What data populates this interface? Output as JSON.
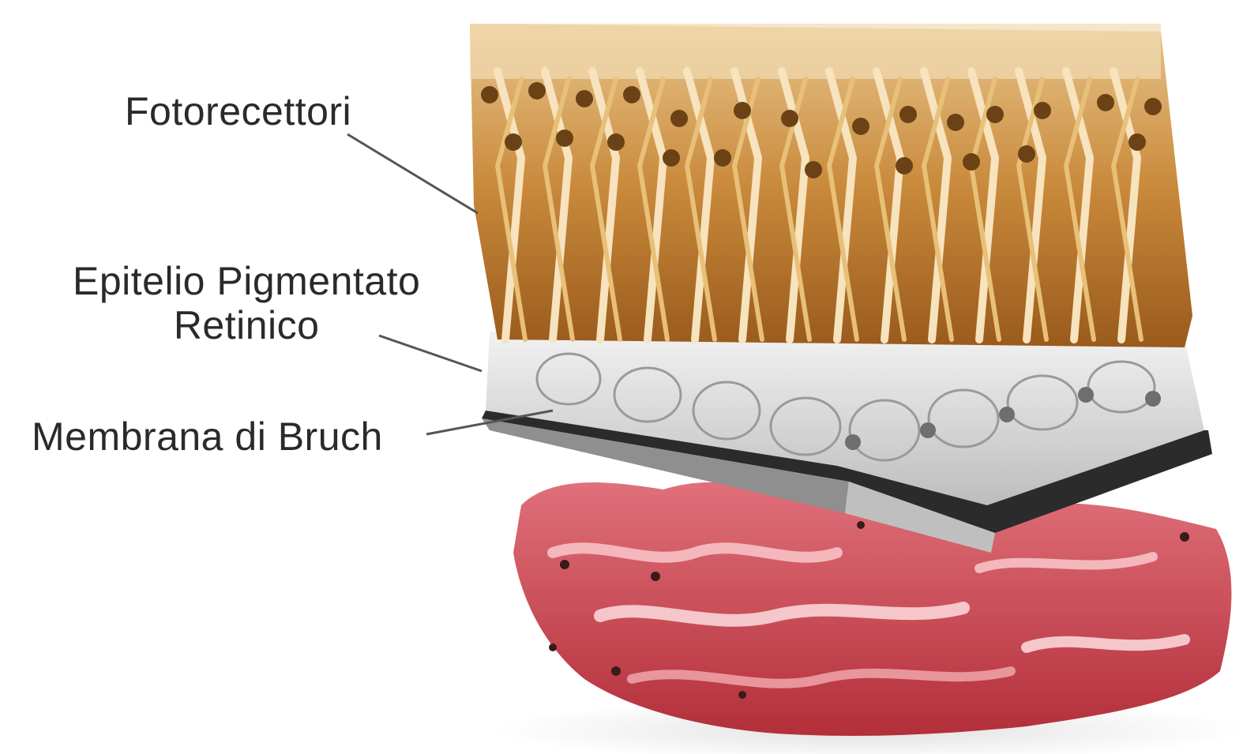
{
  "labels": {
    "fotorecettori": "Fotorecettori",
    "epitelio_line1": "Epitelio Pigmentato",
    "epitelio_line2": "Retinico",
    "bruch": "Membrana di Bruch"
  },
  "layers": [
    {
      "name": "photoreceptors",
      "color": "#c8893a"
    },
    {
      "name": "pigment-epithelium",
      "color": "#d9d9d9"
    },
    {
      "name": "bruch-membrane",
      "color": "#2b2b2b"
    },
    {
      "name": "choroid",
      "color": "#c9424b"
    }
  ]
}
